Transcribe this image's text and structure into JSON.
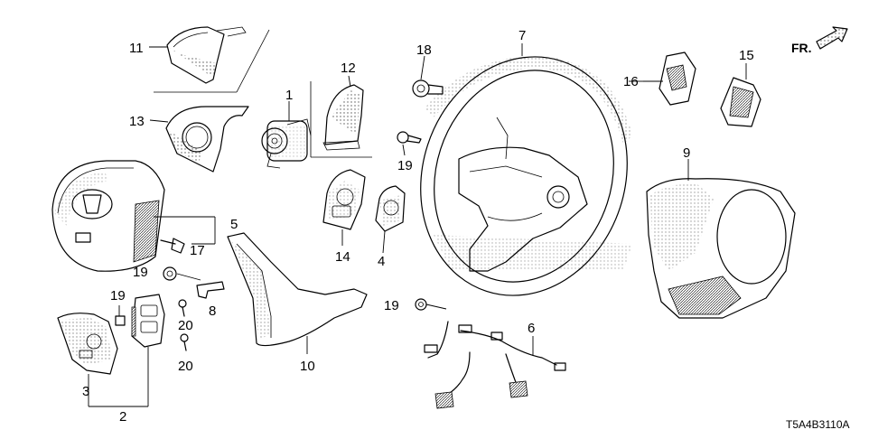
{
  "diagram_code": "T5A4B3110A",
  "direction_label": "FR.",
  "callouts": [
    {
      "id": "c1",
      "text": "1"
    },
    {
      "id": "c2",
      "text": "2"
    },
    {
      "id": "c3",
      "text": "3"
    },
    {
      "id": "c4",
      "text": "4"
    },
    {
      "id": "c5",
      "text": "5"
    },
    {
      "id": "c6",
      "text": "6"
    },
    {
      "id": "c7",
      "text": "7"
    },
    {
      "id": "c8",
      "text": "8"
    },
    {
      "id": "c9",
      "text": "9"
    },
    {
      "id": "c10",
      "text": "10"
    },
    {
      "id": "c11",
      "text": "11"
    },
    {
      "id": "c12",
      "text": "12"
    },
    {
      "id": "c13",
      "text": "13"
    },
    {
      "id": "c14",
      "text": "14"
    },
    {
      "id": "c15",
      "text": "15"
    },
    {
      "id": "c16",
      "text": "16"
    },
    {
      "id": "c17",
      "text": "17"
    },
    {
      "id": "c18",
      "text": "18"
    },
    {
      "id": "c19a",
      "text": "19"
    },
    {
      "id": "c19b",
      "text": "19"
    },
    {
      "id": "c19c",
      "text": "19"
    },
    {
      "id": "c19d",
      "text": "19"
    },
    {
      "id": "c20a",
      "text": "20"
    },
    {
      "id": "c20b",
      "text": "20"
    }
  ]
}
